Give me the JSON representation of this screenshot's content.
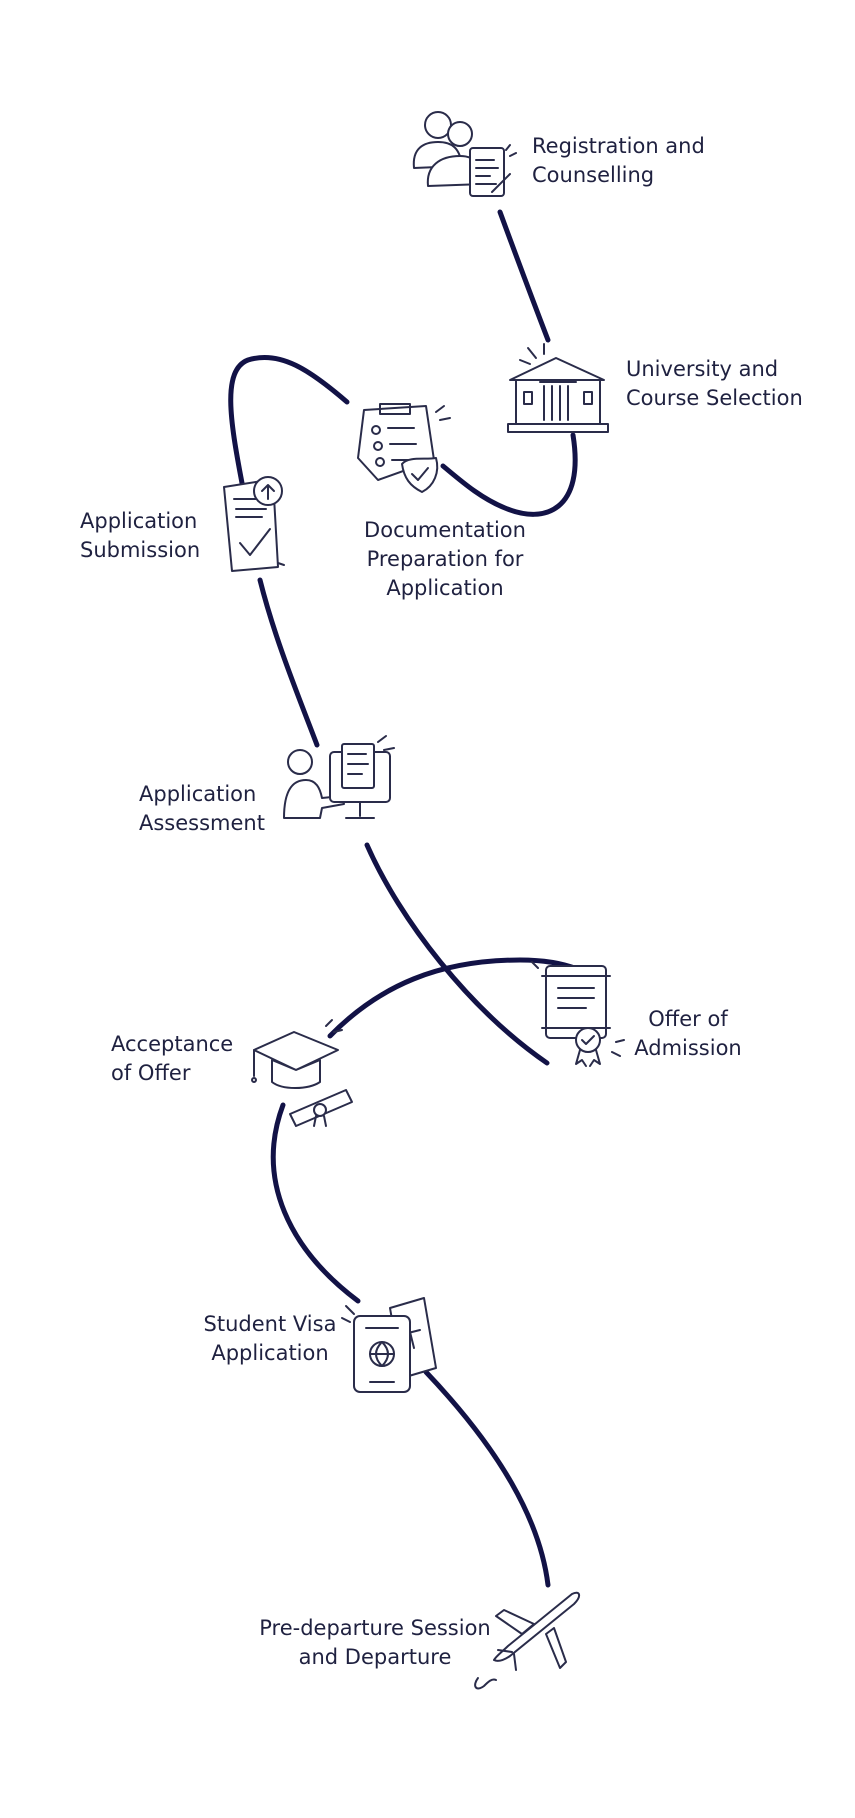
{
  "steps": [
    {
      "id": "registration",
      "line1": "Registration and",
      "line2": "Counselling",
      "icon": "people-document-icon"
    },
    {
      "id": "university",
      "line1": "University and",
      "line2": "Course Selection",
      "icon": "university-building-icon"
    },
    {
      "id": "documentation",
      "line1": "Documentation",
      "line2": "Preparation for",
      "line3": "Application",
      "icon": "checklist-clipboard-icon"
    },
    {
      "id": "submission",
      "line1": "Application",
      "line2": "Submission",
      "icon": "document-upload-icon"
    },
    {
      "id": "assessment",
      "line1": "Application",
      "line2": "Assessment",
      "icon": "person-monitor-icon"
    },
    {
      "id": "offer",
      "line1": "Offer of",
      "line2": "Admission",
      "icon": "certificate-ribbon-icon"
    },
    {
      "id": "acceptance",
      "line1": "Acceptance",
      "line2": "of Offer",
      "icon": "graduation-cap-diploma-icon"
    },
    {
      "id": "visa",
      "line1": "Student Visa",
      "line2": "Application",
      "icon": "passport-ticket-icon"
    },
    {
      "id": "departure",
      "line1": "Pre-departure Session",
      "line2": "and Departure",
      "icon": "airplane-icon"
    }
  ],
  "colors": {
    "path": "#121246",
    "text": "#1f2140",
    "icon_stroke": "#2a2c4a"
  }
}
